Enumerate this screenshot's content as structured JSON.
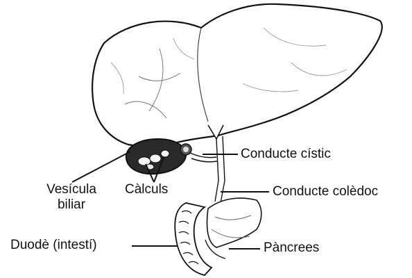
{
  "diagram": {
    "labels": {
      "conducte_cistic": "Conducte cístic",
      "conducte_coledoc": "Conducte colèdoc",
      "vesicula_line1": "Vesícula",
      "vesicula_line2": "biliar",
      "calculs": "Càlculs",
      "duode": "Duodè (intestí)",
      "pancrees": "Pàncrees"
    },
    "colors": {
      "ink": "#111111",
      "background": "#ffffff",
      "shade": "#2a2a2a"
    }
  }
}
